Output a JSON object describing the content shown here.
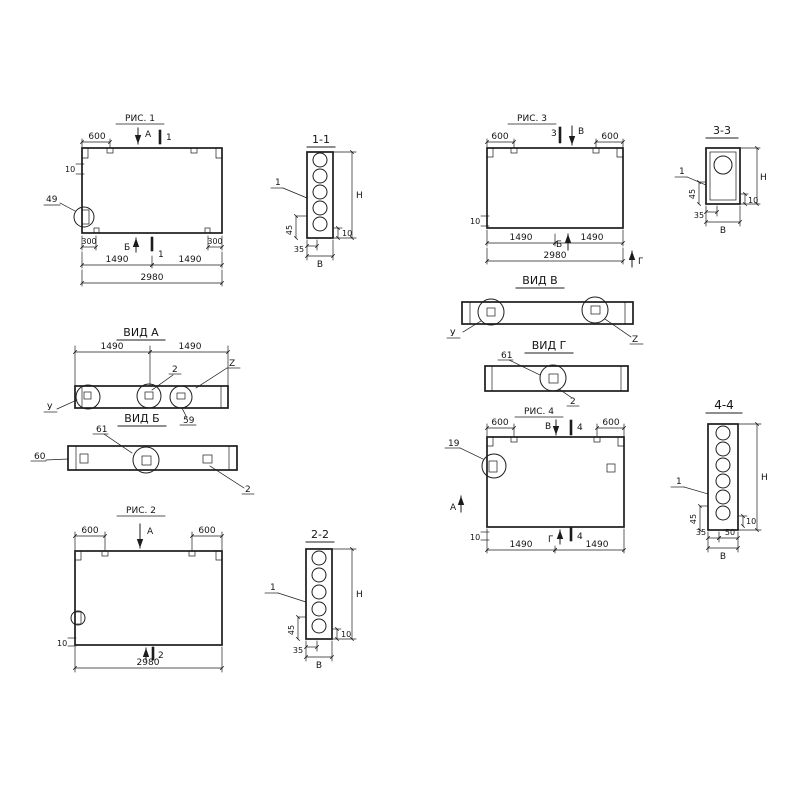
{
  "sheet": {
    "background": "#ffffff",
    "ink": "#1c1c1c"
  },
  "fig1": {
    "title": "РИС. 1",
    "view_top": "А",
    "view_bottom": "Б",
    "cut": "1",
    "callout": "49",
    "dim_top": "600",
    "dim_10": "10",
    "dim_300_l": "300",
    "dim_300_r": "300",
    "dim_half_1": "1490",
    "dim_half_2": "1490",
    "dim_total": "2980"
  },
  "sec1": {
    "title": "1-1",
    "callout": "1",
    "dim_45": "45",
    "dim_35": "35",
    "dim_w": "В",
    "dim_10": "10",
    "dim_h": "Н"
  },
  "fig3": {
    "title": "РИС. 3",
    "cut": "3",
    "view_top": "В",
    "view_bottom": "Б",
    "view_side": "Г",
    "dim_top_l": "600",
    "dim_top_r": "600",
    "dim_10": "10",
    "dim_half_1": "1490",
    "dim_half_2": "1490",
    "dim_total": "2980"
  },
  "sec3": {
    "title": "3-3",
    "callout": "1",
    "dim_45": "45",
    "dim_35": "35",
    "dim_w": "В",
    "dim_10": "10",
    "dim_h": "Н"
  },
  "view_v": {
    "title": "ВИД В",
    "label_u": "У",
    "label_z": "Z"
  },
  "view_a": {
    "title": "ВИД А",
    "dim_half_1": "1490",
    "dim_half_2": "1490",
    "label_2": "2",
    "label_z": "Z",
    "label_u": "У",
    "label_59": "59"
  },
  "view_b": {
    "title": "ВИД Б",
    "label_61": "61",
    "label_60": "60",
    "label_2": "2"
  },
  "view_g": {
    "title": "ВИД Г",
    "label_61": "61",
    "label_2": "2"
  },
  "fig2": {
    "title": "РИС. 2",
    "view_top": "А",
    "cut": "2",
    "dim_top_l": "600",
    "dim_top_r": "600",
    "dim_10": "10",
    "dim_total": "2980"
  },
  "sec2": {
    "title": "2-2",
    "callout": "1",
    "dim_45": "45",
    "dim_35": "35",
    "dim_w": "В",
    "dim_10": "10",
    "dim_h": "Н"
  },
  "fig4": {
    "title": "РИС. 4",
    "view_top": "В",
    "view_bottom": "Г",
    "view_left": "А",
    "cut": "4",
    "callout": "19",
    "dim_top_l": "600",
    "dim_top_r": "600",
    "dim_10": "10",
    "dim_half_1": "1490",
    "dim_half_2": "1490"
  },
  "sec4": {
    "title": "4-4",
    "callout": "1",
    "dim_45": "45",
    "dim_35": "35",
    "dim_w": "В",
    "dim_50": "50",
    "dim_10": "10",
    "dim_h": "Н"
  }
}
